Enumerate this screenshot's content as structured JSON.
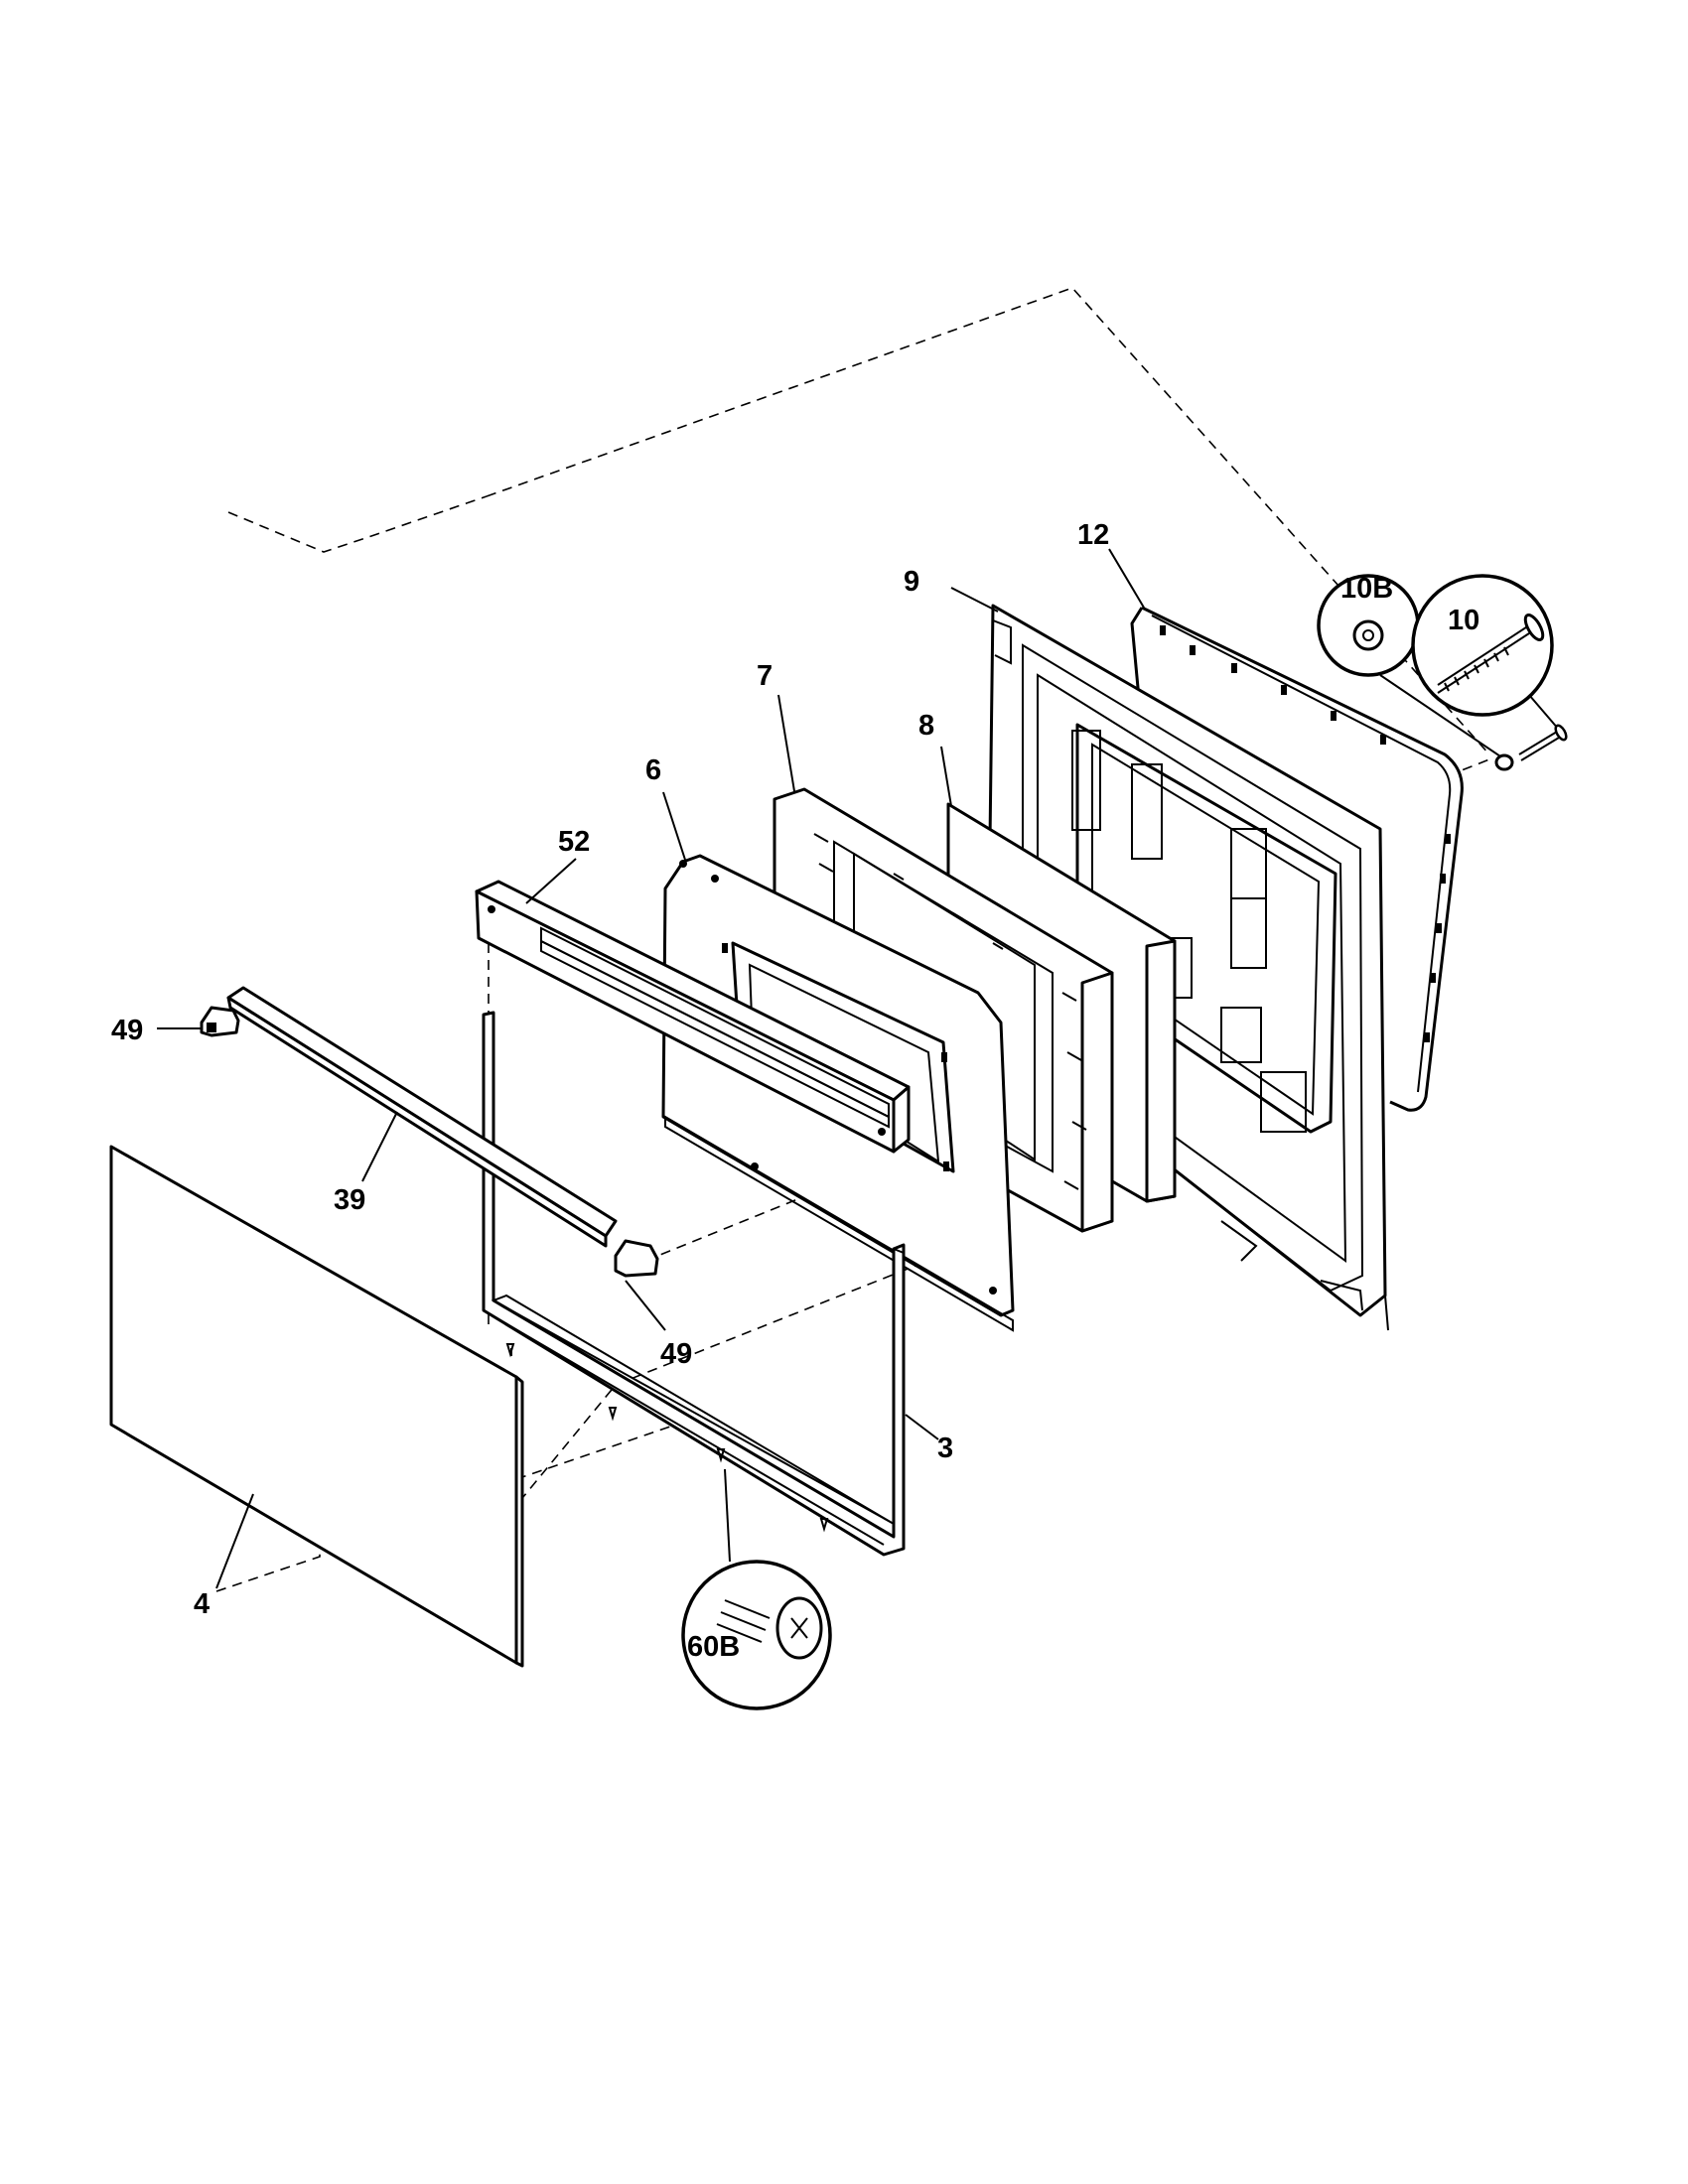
{
  "callouts": {
    "p3": "3",
    "p4": "4",
    "p6": "6",
    "p7": "7",
    "p8": "8",
    "p9": "9",
    "p10": "10",
    "p10b": "10B",
    "p12": "12",
    "p39": "39",
    "p49a": "49",
    "p49b": "49",
    "p52": "52",
    "p60b": "60B"
  }
}
